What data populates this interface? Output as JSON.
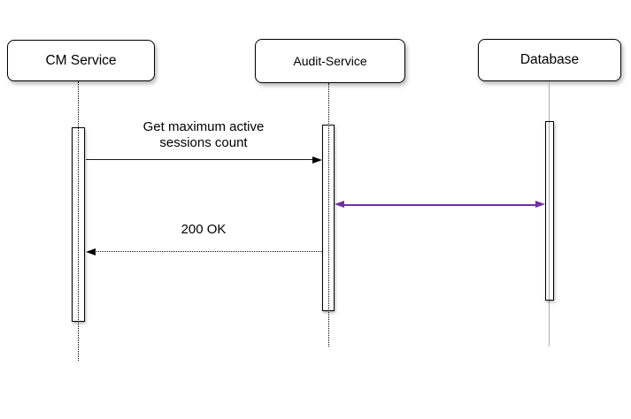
{
  "diagram": {
    "kind": "uml-sequence-diagram",
    "actors": [
      {
        "id": "cm-service",
        "label": "CM Service"
      },
      {
        "id": "audit-service",
        "label": "Audit-Service"
      },
      {
        "id": "database",
        "label": "Database"
      }
    ],
    "messages": [
      {
        "from": "cm-service",
        "to": "audit-service",
        "label": "Get maximum active\nsessions count",
        "line_style": "solid",
        "arrow_direction": "right",
        "color": "#000000"
      },
      {
        "from": "audit-service",
        "to": "database",
        "label": "",
        "line_style": "solid",
        "arrow_direction": "both",
        "color": "#7030A0"
      },
      {
        "from": "audit-service",
        "to": "cm-service",
        "label": "200 OK",
        "line_style": "dotted",
        "arrow_direction": "left",
        "color": "#000000"
      }
    ],
    "lifelines": [
      {
        "actor": "cm-service",
        "style": "dotted",
        "color": "#000000"
      },
      {
        "actor": "audit-service",
        "style": "dotted",
        "color": "#000000"
      },
      {
        "actor": "database",
        "style": "solid",
        "color": "#ababab"
      }
    ],
    "colors": {
      "background": "#ffffff",
      "actor_box_fill": "#ffffff",
      "actor_box_border": "#000000",
      "message_arrow": "#000000",
      "bidirectional_arrow": "#7030A0",
      "database_lifeline": "#ababab"
    }
  }
}
